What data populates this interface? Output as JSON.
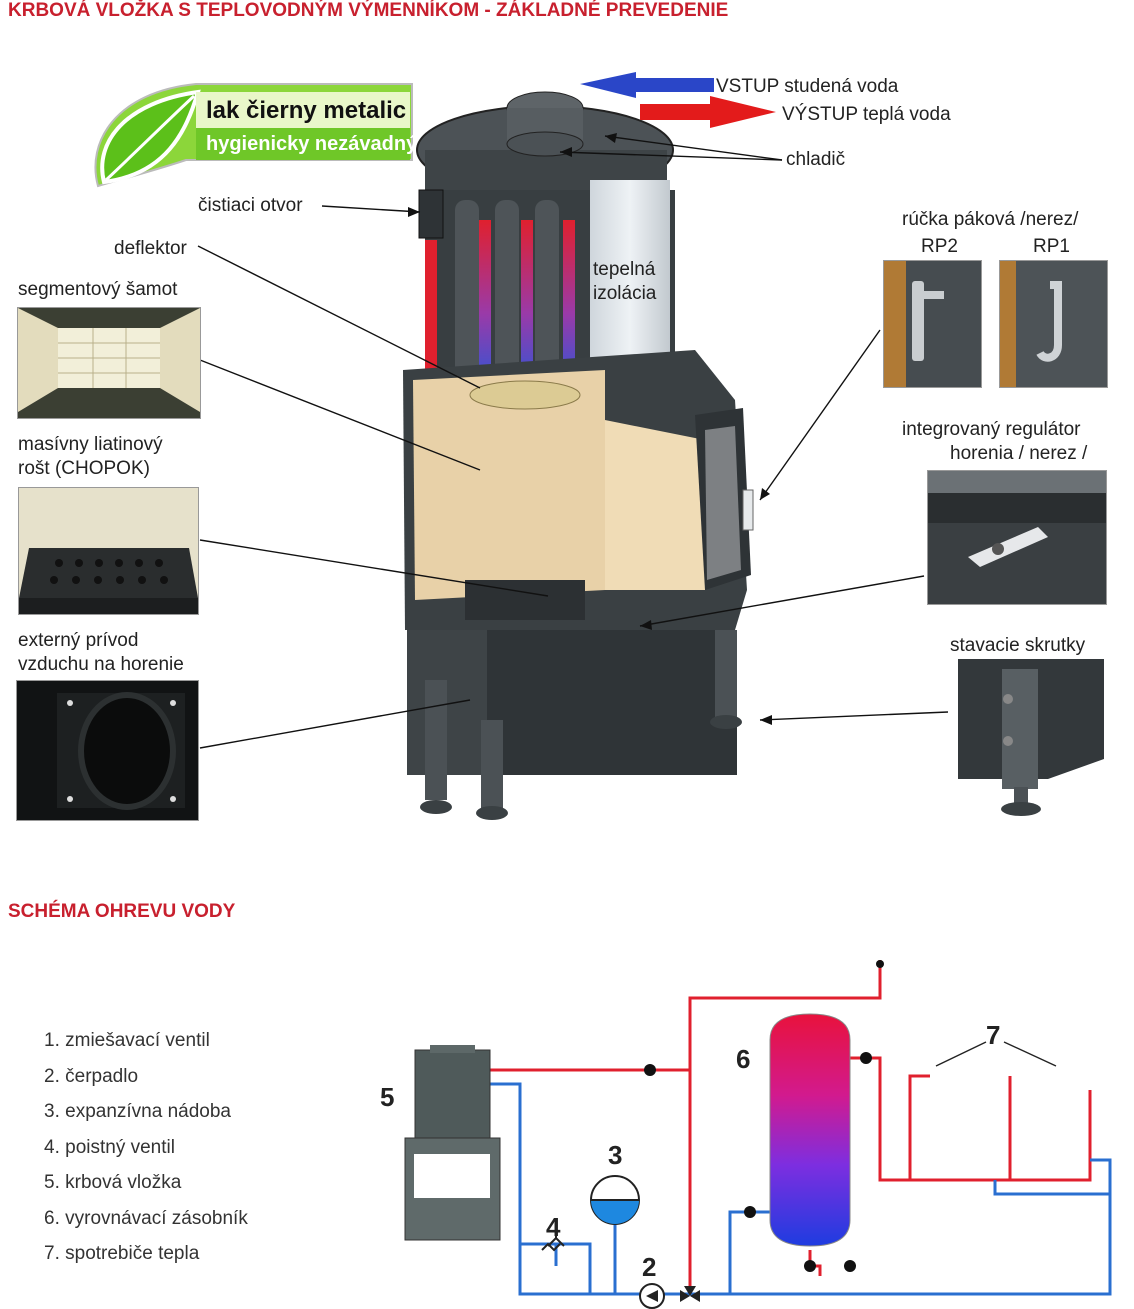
{
  "section1": {
    "title": "KRBOVÁ VLOŽKA S TEPLOVODNÝM VÝMENNÍKOM - ZÁKLADNÉ PREVEDENIE"
  },
  "badge": {
    "line1": "lak čierny metalic",
    "line2": "hygienicky nezávadný",
    "icon": "leaf-icon"
  },
  "arrows": {
    "inlet": "VSTUP studená voda",
    "outlet": "VÝSTUP teplá voda",
    "inlet_color": "#2a46c8",
    "outlet_color": "#e31b1b"
  },
  "labels": {
    "cooler": "chladič",
    "cleaning": "čistiaci otvor",
    "deflector": "deflektor",
    "insulation_1": "tepelná",
    "insulation_2": "izolácia",
    "segment": "segmentový šamot",
    "grate_1": "masívny liatinový",
    "grate_2": "rošt (CHOPOK)",
    "air_1": "externý prívod",
    "air_2": "vzduchu na horenie",
    "handle_title": "rúčka páková /nerez/",
    "rp2": "RP2",
    "rp1": "RP1",
    "regulator_1": "integrovaný regulátor",
    "regulator_2": "horenia / nerez /",
    "screws": "stavacie skrutky"
  },
  "section2": {
    "title": "SCHÉMA OHREVU VODY"
  },
  "legend": [
    "1. zmiešavací ventil",
    "2. čerpadlo",
    "3. expanzívna nádoba",
    "4. poistný ventil",
    "5. krbová vložka",
    "6. vyrovnávací zásobník",
    "7. spotrebiče tepla"
  ],
  "schema_numbers": {
    "n2": "2",
    "n3": "3",
    "n4": "4",
    "n5": "5",
    "n6": "6",
    "n7": "7"
  },
  "colors": {
    "title_red": "#c8202e",
    "hot_pipe": "#e0202e",
    "cold_pipe": "#2a6fd0",
    "stove_body": "#444b4f",
    "chamotte": "#e8d1a8"
  }
}
